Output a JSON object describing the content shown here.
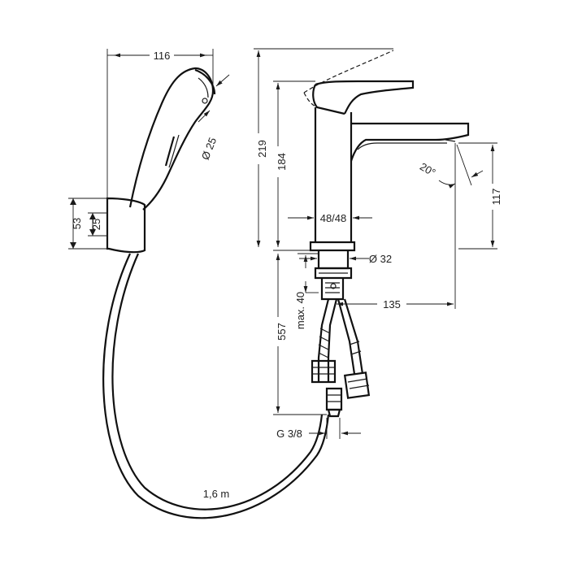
{
  "dimensions": {
    "shower_width": "116",
    "shower_diameter": "Ø 25",
    "holder_height": "53",
    "holder_inner": "25",
    "total_height": "219",
    "spout_height": "184",
    "spout_clearance": "117",
    "angle": "20°",
    "base_width": "48/48",
    "hole_diameter": "Ø 32",
    "projection": "135",
    "max_thickness": "max. 40",
    "hose_length_below": "557",
    "connection_thread": "G 3/8",
    "hose_length": "1,6 m"
  },
  "colors": {
    "line": "#1a1a1a",
    "background": "#ffffff"
  }
}
